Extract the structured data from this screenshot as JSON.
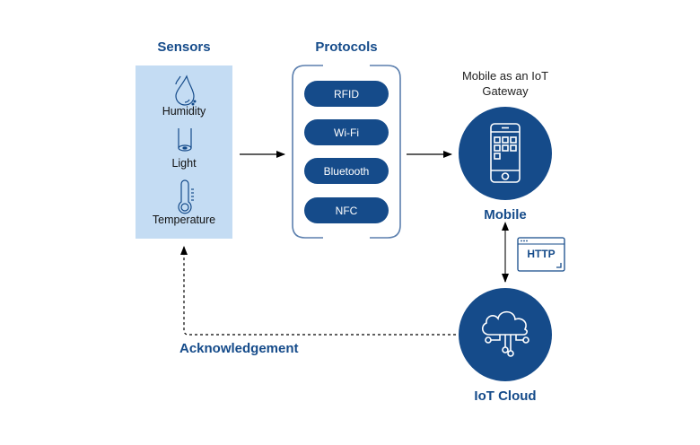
{
  "sensors": {
    "title": "Sensors",
    "items": [
      {
        "label": "Humidity",
        "icon": "water-drop-icon"
      },
      {
        "label": "Light",
        "icon": "light-tube-icon"
      },
      {
        "label": "Temperature",
        "icon": "thermometer-icon"
      }
    ]
  },
  "protocols": {
    "title": "Protocols",
    "items": [
      "RFID",
      "Wi-Fi",
      "Bluetooth",
      "NFC"
    ]
  },
  "mobile": {
    "caption_line1": "Mobile as an IoT",
    "caption_line2": "Gateway",
    "label": "Mobile",
    "icon": "smartphone-icon"
  },
  "http": {
    "label": "HTTP",
    "icon": "browser-window-icon"
  },
  "cloud": {
    "label": "IoT Cloud",
    "icon": "cloud-network-icon"
  },
  "acknowledgement": {
    "label": "Acknowledgement"
  },
  "colors": {
    "primary": "#154b8a",
    "sensor_bg": "#c4dcf3",
    "bracket": "#5b7fae"
  }
}
